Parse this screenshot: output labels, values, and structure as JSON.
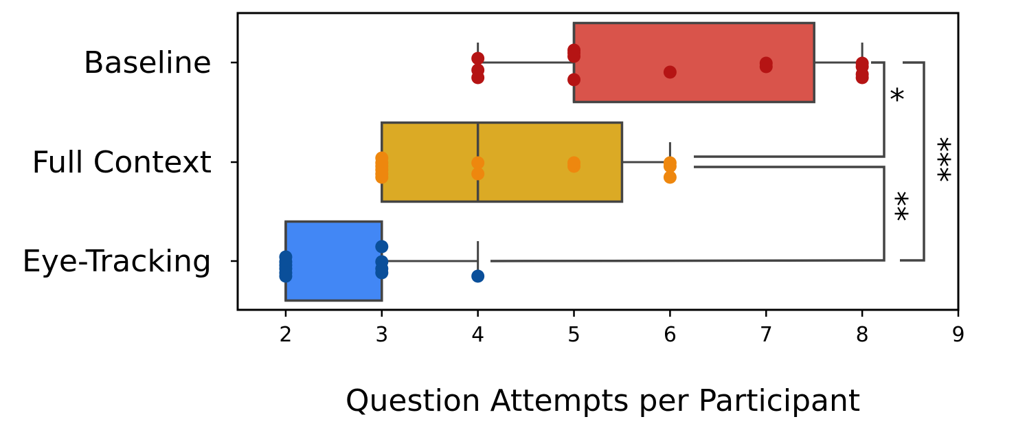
{
  "chart_data": {
    "type": "boxplot",
    "orientation": "horizontal",
    "xlabel": "Question Attempts per Participant",
    "xlim": [
      1.5,
      9
    ],
    "xticks": [
      2,
      3,
      4,
      5,
      6,
      7,
      8,
      9
    ],
    "categories": [
      "Baseline",
      "Full Context",
      "Eye-Tracking"
    ],
    "series": [
      {
        "category": "Baseline",
        "box_color": "#d9544b",
        "point_color": "#b51414",
        "whisker_low": 4,
        "q1": 5,
        "median": 5,
        "q3": 7.5,
        "whisker_high": 8,
        "points": [
          4,
          4,
          4,
          5,
          5,
          5,
          5,
          6,
          7,
          7,
          8,
          8,
          8,
          8
        ]
      },
      {
        "category": "Full Context",
        "box_color": "#dbaa25",
        "point_color": "#ee870e",
        "whisker_low": 3,
        "q1": 3,
        "median": 4,
        "q3": 5.5,
        "whisker_high": 6,
        "points": [
          3,
          3,
          3,
          3,
          3,
          3,
          4,
          4,
          5,
          5,
          6,
          6,
          6
        ]
      },
      {
        "category": "Eye-Tracking",
        "box_color": "#4287f5",
        "point_color": "#0a4f9a",
        "whisker_low": 2,
        "q1": 2,
        "median": 2,
        "q3": 3,
        "whisker_high": 4,
        "points": [
          2,
          2,
          2,
          2,
          2,
          2,
          3,
          3,
          3,
          3,
          4
        ]
      }
    ],
    "significance": [
      {
        "pair": [
          "Baseline",
          "Full Context"
        ],
        "label": "*"
      },
      {
        "pair": [
          "Full Context",
          "Eye-Tracking"
        ],
        "label": "**"
      },
      {
        "pair": [
          "Baseline",
          "Eye-Tracking"
        ],
        "label": "***"
      }
    ],
    "grid": false,
    "legend": "none"
  }
}
